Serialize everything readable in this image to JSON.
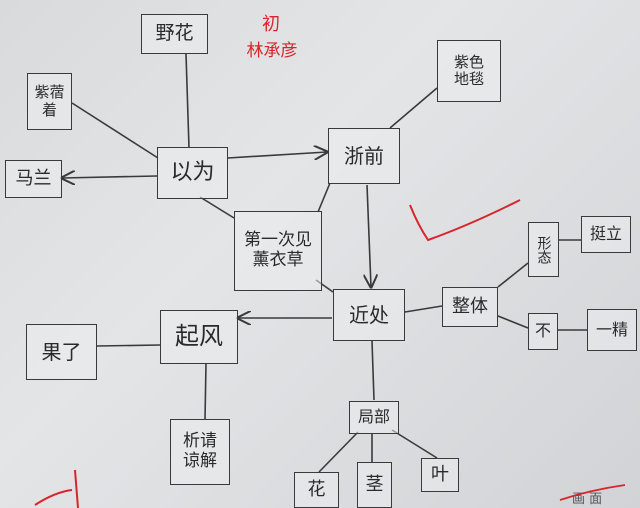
{
  "annotation": {
    "line1": "初",
    "line2": "林承彦"
  },
  "colors": {
    "ink": "#3a3a3a",
    "red": "#d8252b"
  },
  "nodes": {
    "center": "第一次见\n薰衣草",
    "yiwei": "以为",
    "zhexie": "浙前",
    "yehua": "野花",
    "ziseditan": "紫色\n地毯",
    "malan": "马兰",
    "xiangcao": "紫蓿\n着",
    "qifeng": "起风",
    "jindu": "近处",
    "guole": "果了",
    "xijiejie": "析请\n谅解",
    "zhengti": "整体",
    "xingtai": "形态",
    "tingli": "挺立",
    "se": "不",
    "yipian": "一精",
    "jubu": "局部",
    "hua": "花",
    "jing": "茎",
    "ye": "叶"
  },
  "corner_text": "画 面"
}
